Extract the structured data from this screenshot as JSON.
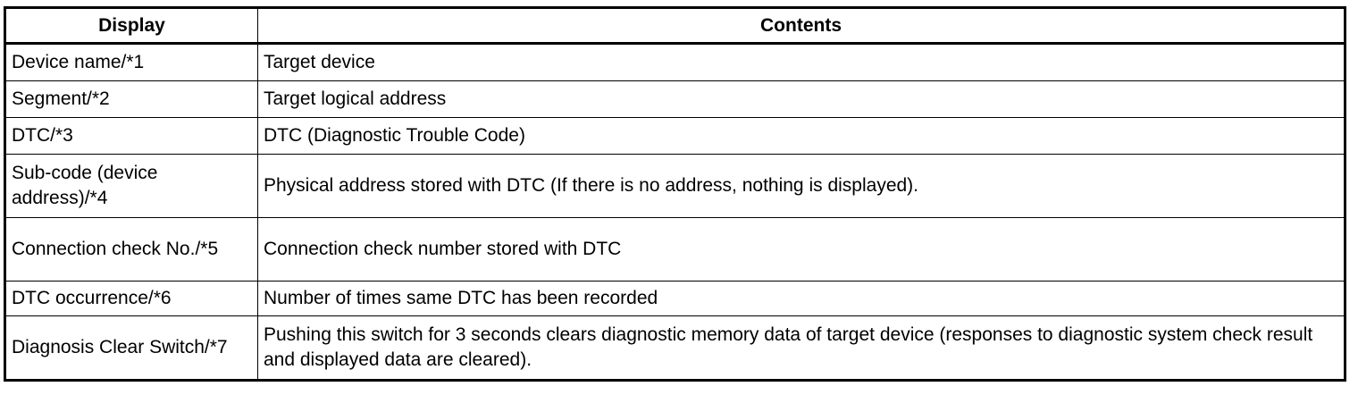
{
  "table": {
    "headers": [
      "Display",
      "Contents"
    ],
    "rows": [
      {
        "display": "Device name/*1",
        "contents": "Target device"
      },
      {
        "display": "Segment/*2",
        "contents": "Target logical address"
      },
      {
        "display": "DTC/*3",
        "contents": "DTC (Diagnostic Trouble Code)"
      },
      {
        "display": "Sub-code (device address)/*4",
        "contents": "Physical address stored with DTC (If there is no address, nothing is displayed)."
      },
      {
        "display": "Connection check No./*5",
        "contents": "Connection check number stored with DTC"
      },
      {
        "display": "DTC occurrence/*6",
        "contents": "Number of times same DTC has been recorded"
      },
      {
        "display": "Diagnosis Clear Switch/*7",
        "contents": "Pushing this switch for 3 seconds clears diagnostic memory data of target device (responses to diagnostic system check result and displayed data are cleared)."
      }
    ]
  }
}
